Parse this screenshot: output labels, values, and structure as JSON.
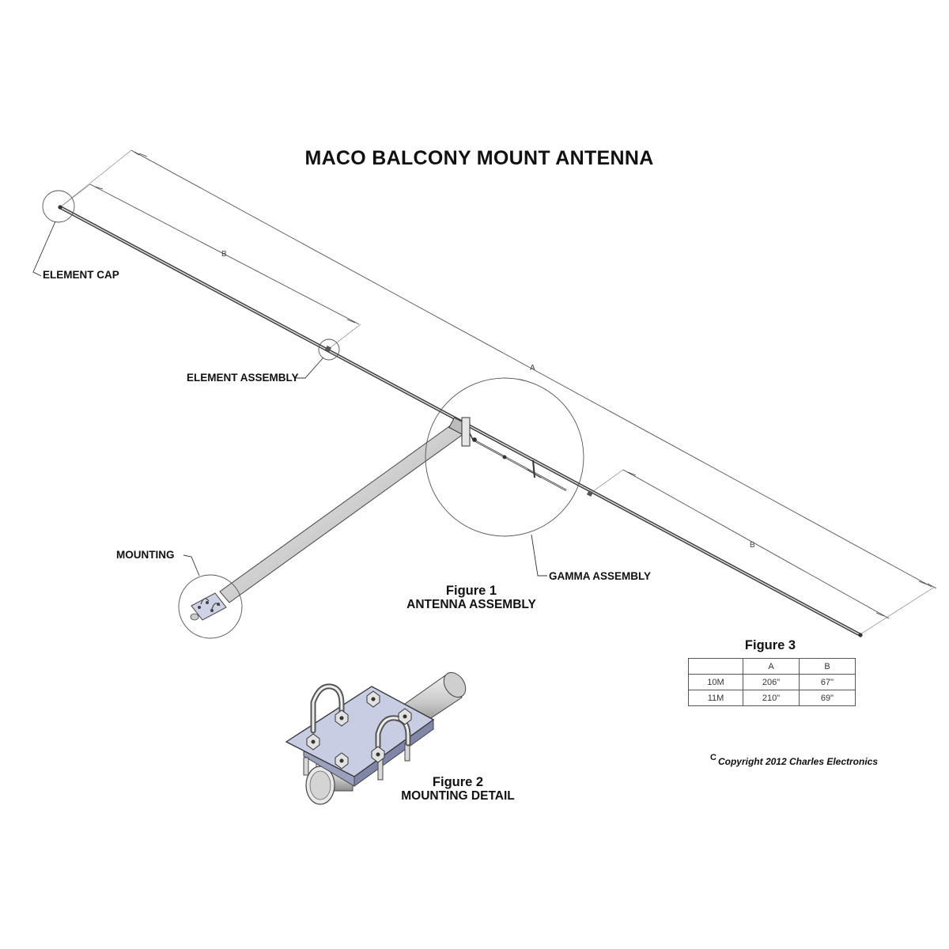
{
  "title": "MACO BALCONY MOUNT ANTENNA",
  "labels": {
    "element_cap": "ELEMENT CAP",
    "element_assembly": "ELEMENT ASSEMBLY",
    "mounting": "MOUNTING",
    "gamma_assembly": "GAMMA ASSEMBLY",
    "dim_a": "A",
    "dim_b": "B"
  },
  "figure1": {
    "number": "Figure 1",
    "caption": "ANTENNA ASSEMBLY"
  },
  "figure2": {
    "number": "Figure 2",
    "caption": "MOUNTING DETAIL"
  },
  "figure3": {
    "number": "Figure 3",
    "headers": [
      "",
      "A",
      "B"
    ],
    "rows": [
      [
        "10M",
        "206\"",
        "67\""
      ],
      [
        "11M",
        "210\"",
        "69\""
      ]
    ]
  },
  "copyright": {
    "symbol": "C",
    "text": "Copyright 2012 Charles Electronics"
  }
}
